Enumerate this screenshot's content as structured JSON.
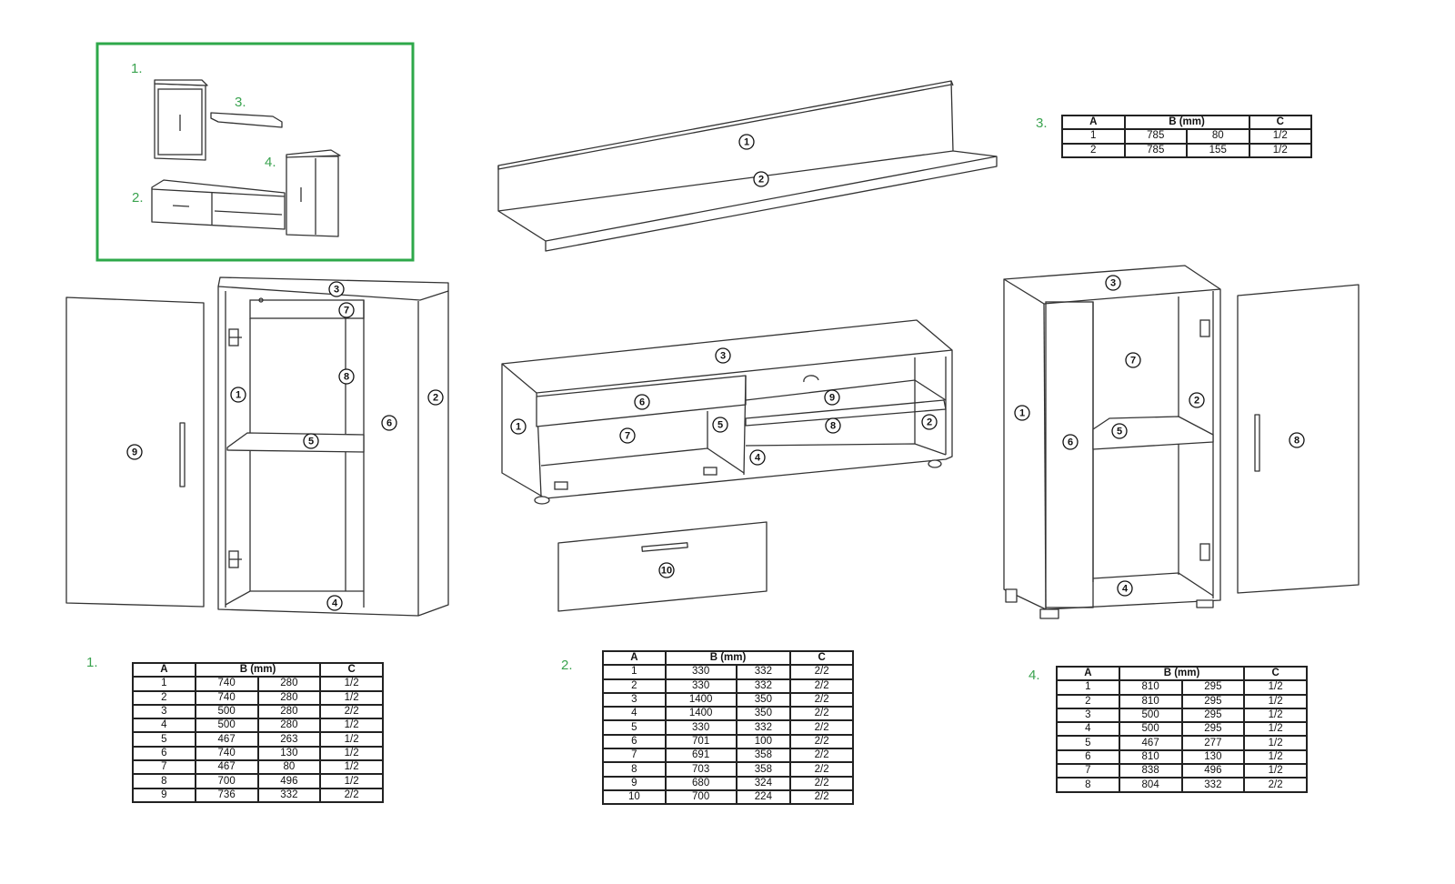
{
  "overview": {
    "accent_color": "#2ea84a",
    "labels": [
      "1.",
      "3.",
      "4.",
      "2."
    ]
  },
  "callouts": {
    "shelf": [
      "1",
      "2"
    ],
    "cabinet1": [
      "9",
      "3",
      "7",
      "8",
      "1",
      "2",
      "6",
      "5",
      "4"
    ],
    "tv_unit": [
      "3",
      "6",
      "9",
      "1",
      "5",
      "8",
      "2",
      "7",
      "4",
      "10"
    ],
    "cabinet4": [
      "3",
      "7",
      "2",
      "1",
      "5",
      "6",
      "8",
      "4"
    ]
  },
  "tables": [
    {
      "label": "1.",
      "header": {
        "a": "A",
        "b": "B (mm)",
        "c": "C"
      },
      "rows": [
        [
          "1",
          "740",
          "280",
          "1/2"
        ],
        [
          "2",
          "740",
          "280",
          "1/2"
        ],
        [
          "3",
          "500",
          "280",
          "2/2"
        ],
        [
          "4",
          "500",
          "280",
          "1/2"
        ],
        [
          "5",
          "467",
          "263",
          "1/2"
        ],
        [
          "6",
          "740",
          "130",
          "1/2"
        ],
        [
          "7",
          "467",
          "80",
          "1/2"
        ],
        [
          "8",
          "700",
          "496",
          "1/2"
        ],
        [
          "9",
          "736",
          "332",
          "2/2"
        ]
      ]
    },
    {
      "label": "2.",
      "header": {
        "a": "A",
        "b": "B (mm)",
        "c": "C"
      },
      "rows": [
        [
          "1",
          "330",
          "332",
          "2/2"
        ],
        [
          "2",
          "330",
          "332",
          "2/2"
        ],
        [
          "3",
          "1400",
          "350",
          "2/2"
        ],
        [
          "4",
          "1400",
          "350",
          "2/2"
        ],
        [
          "5",
          "330",
          "332",
          "2/2"
        ],
        [
          "6",
          "701",
          "100",
          "2/2"
        ],
        [
          "7",
          "691",
          "358",
          "2/2"
        ],
        [
          "8",
          "703",
          "358",
          "2/2"
        ],
        [
          "9",
          "680",
          "324",
          "2/2"
        ],
        [
          "10",
          "700",
          "224",
          "2/2"
        ]
      ]
    },
    {
      "label": "3.",
      "header": {
        "a": "A",
        "b": "B (mm)",
        "c": "C"
      },
      "rows": [
        [
          "1",
          "785",
          "80",
          "1/2"
        ],
        [
          "2",
          "785",
          "155",
          "1/2"
        ]
      ]
    },
    {
      "label": "4.",
      "header": {
        "a": "A",
        "b": "B (mm)",
        "c": "C"
      },
      "rows": [
        [
          "1",
          "810",
          "295",
          "1/2"
        ],
        [
          "2",
          "810",
          "295",
          "1/2"
        ],
        [
          "3",
          "500",
          "295",
          "1/2"
        ],
        [
          "4",
          "500",
          "295",
          "1/2"
        ],
        [
          "5",
          "467",
          "277",
          "1/2"
        ],
        [
          "6",
          "810",
          "130",
          "1/2"
        ],
        [
          "7",
          "838",
          "496",
          "1/2"
        ],
        [
          "8",
          "804",
          "332",
          "2/2"
        ]
      ]
    }
  ]
}
